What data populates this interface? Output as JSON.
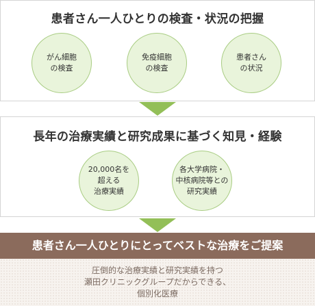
{
  "panel1": {
    "title": "患者さん一人ひとりの検査・状況の把握",
    "circles": [
      "がん細胞\nの検査",
      "免疫細胞\nの検査",
      "患者さん\nの状況"
    ]
  },
  "panel2": {
    "title": "長年の治療実績と研究成果に基づく知見・経験",
    "circles": [
      "20,000名を\n超える\n治療実績",
      "各大学病院・\n中核病院等との\n研究実績"
    ]
  },
  "proposal": {
    "title": "患者さん一人ひとりにとってベストな治療をご提案",
    "description": "圧倒的な治療実績と研究実績を持つ\n瀬田クリニックグループだからできる、\n個別化医療"
  },
  "colors": {
    "circle_fill": "#e9f4db",
    "circle_border": "#a8cc82",
    "arrow": "#93bf58",
    "proposal_bar": "#8b6b5c",
    "description_text": "#7b6a61"
  }
}
